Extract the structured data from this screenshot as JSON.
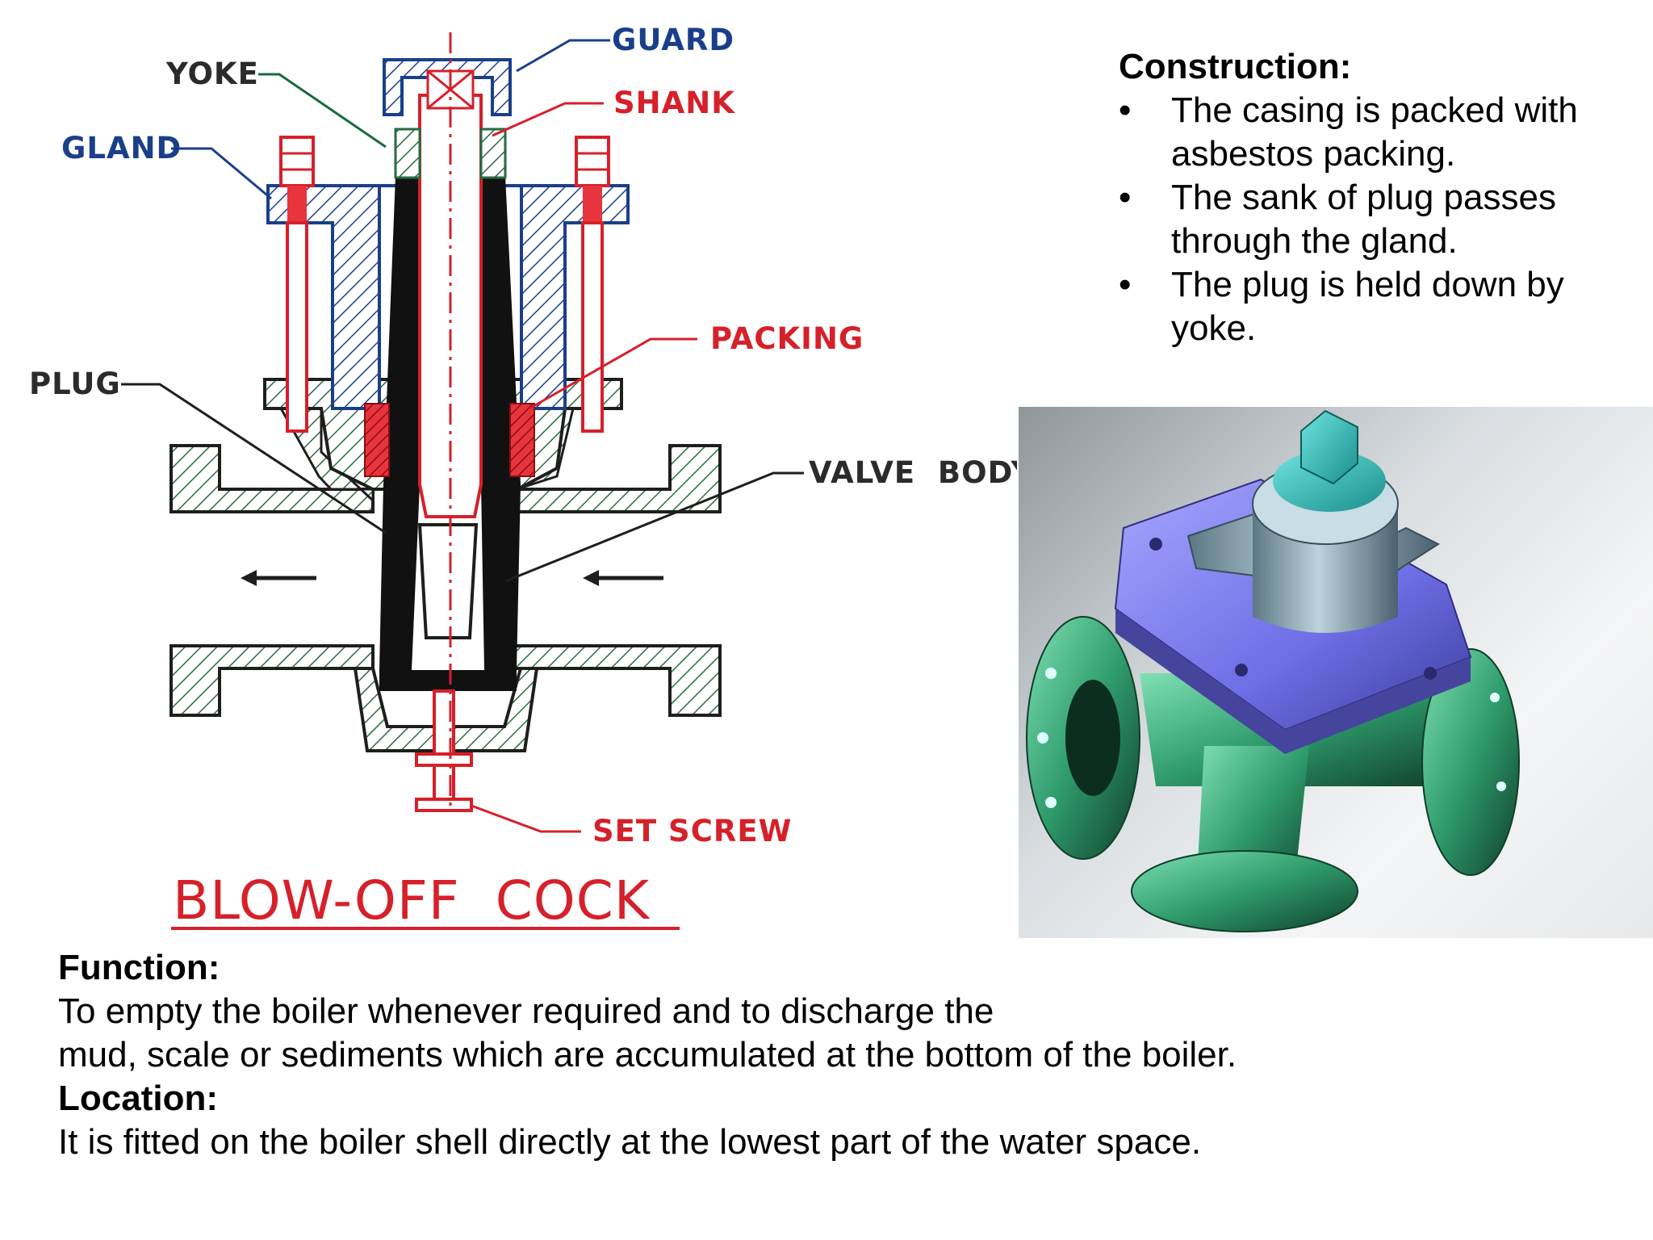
{
  "diagram": {
    "title": "BLOW-OFF  COCK",
    "labels": {
      "guard": "GUARD",
      "yoke": "YOKE",
      "shank": "SHANK",
      "gland": "GLAND",
      "packing": "PACKING",
      "plug": "PLUG",
      "valve_body": "VALVE  BODY",
      "set_screw": "SET SCREW"
    },
    "colors": {
      "blue": "#1a3f8a",
      "red": "#d6202a",
      "black": "#111111"
    }
  },
  "construction": {
    "heading": "Construction:",
    "bullet_symbol": "•",
    "items": [
      "The casing is packed with asbestos packing.",
      "The sank of plug passes through the gland.",
      "The plug is held down by yoke."
    ]
  },
  "function": {
    "heading": "Function:",
    "lines": [
      "To empty the boiler whenever required and to discharge  the",
      "mud, scale or sediments which are accumulated at the bottom of the  boiler."
    ]
  },
  "location": {
    "heading": "Location:",
    "lines": [
      "It is fitted on the boiler shell directly at the lowest part of the water  space."
    ]
  }
}
